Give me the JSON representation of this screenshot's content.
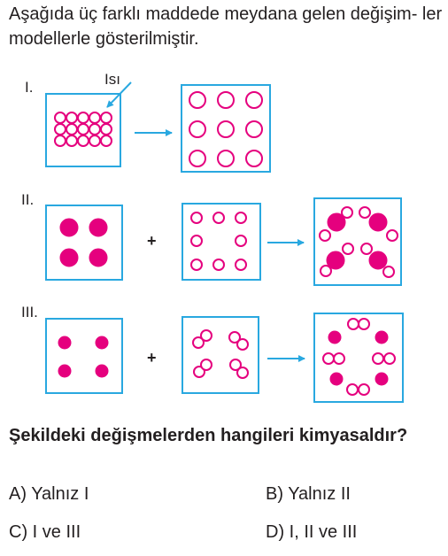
{
  "intro_text": "Aşağıda üç farklı maddede meydana gelen değişim- ler modellerle gösterilmiştir.",
  "figure": {
    "row_labels": [
      "I.",
      "II.",
      "III."
    ],
    "heat_label": "Isı",
    "plus_sign": "+"
  },
  "colors": {
    "particle": "#e5007e",
    "frame": "#29a8e0",
    "text": "#231f20"
  },
  "question": "Şekildeki değişmelerden hangileri kimyasaldır?",
  "options": {
    "a": "A) Yalnız I",
    "b": "B) Yalnız II",
    "c": "C) I ve III",
    "d": "D) I, II ve III"
  }
}
